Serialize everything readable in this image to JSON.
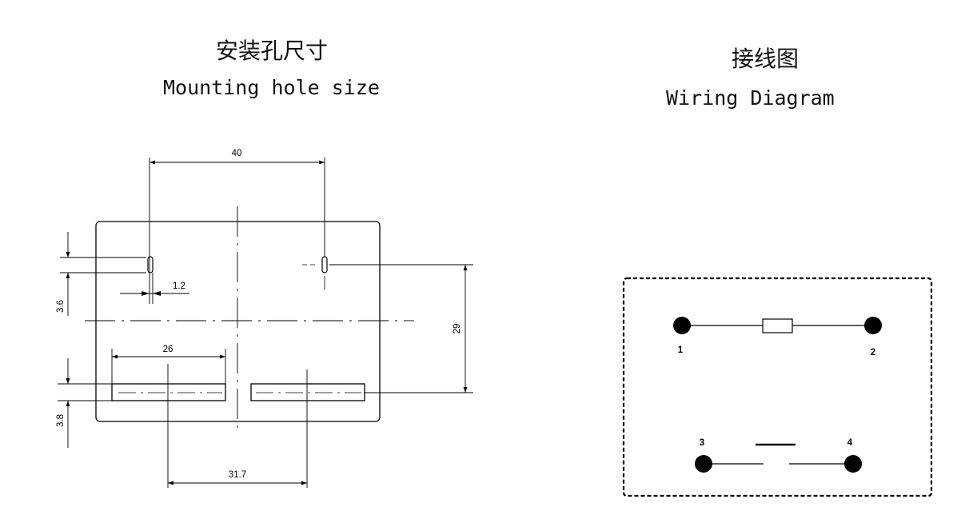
{
  "mounting": {
    "title_zh": "安装孔尺寸",
    "title_en": "Mounting hole size",
    "dimensions": {
      "hole_spacing": "40",
      "slot_width": "1.2",
      "slot_height": "3.6",
      "vertical_spacing": "29",
      "bottom_slot_length": "26",
      "bottom_slot_height": "3.8",
      "bottom_slot_spacing": "31.7"
    }
  },
  "wiring": {
    "title_zh": "接线图",
    "title_en": "Wiring Diagram",
    "pins": {
      "p1": "1",
      "p2": "2",
      "p3": "3",
      "p4": "4"
    }
  }
}
